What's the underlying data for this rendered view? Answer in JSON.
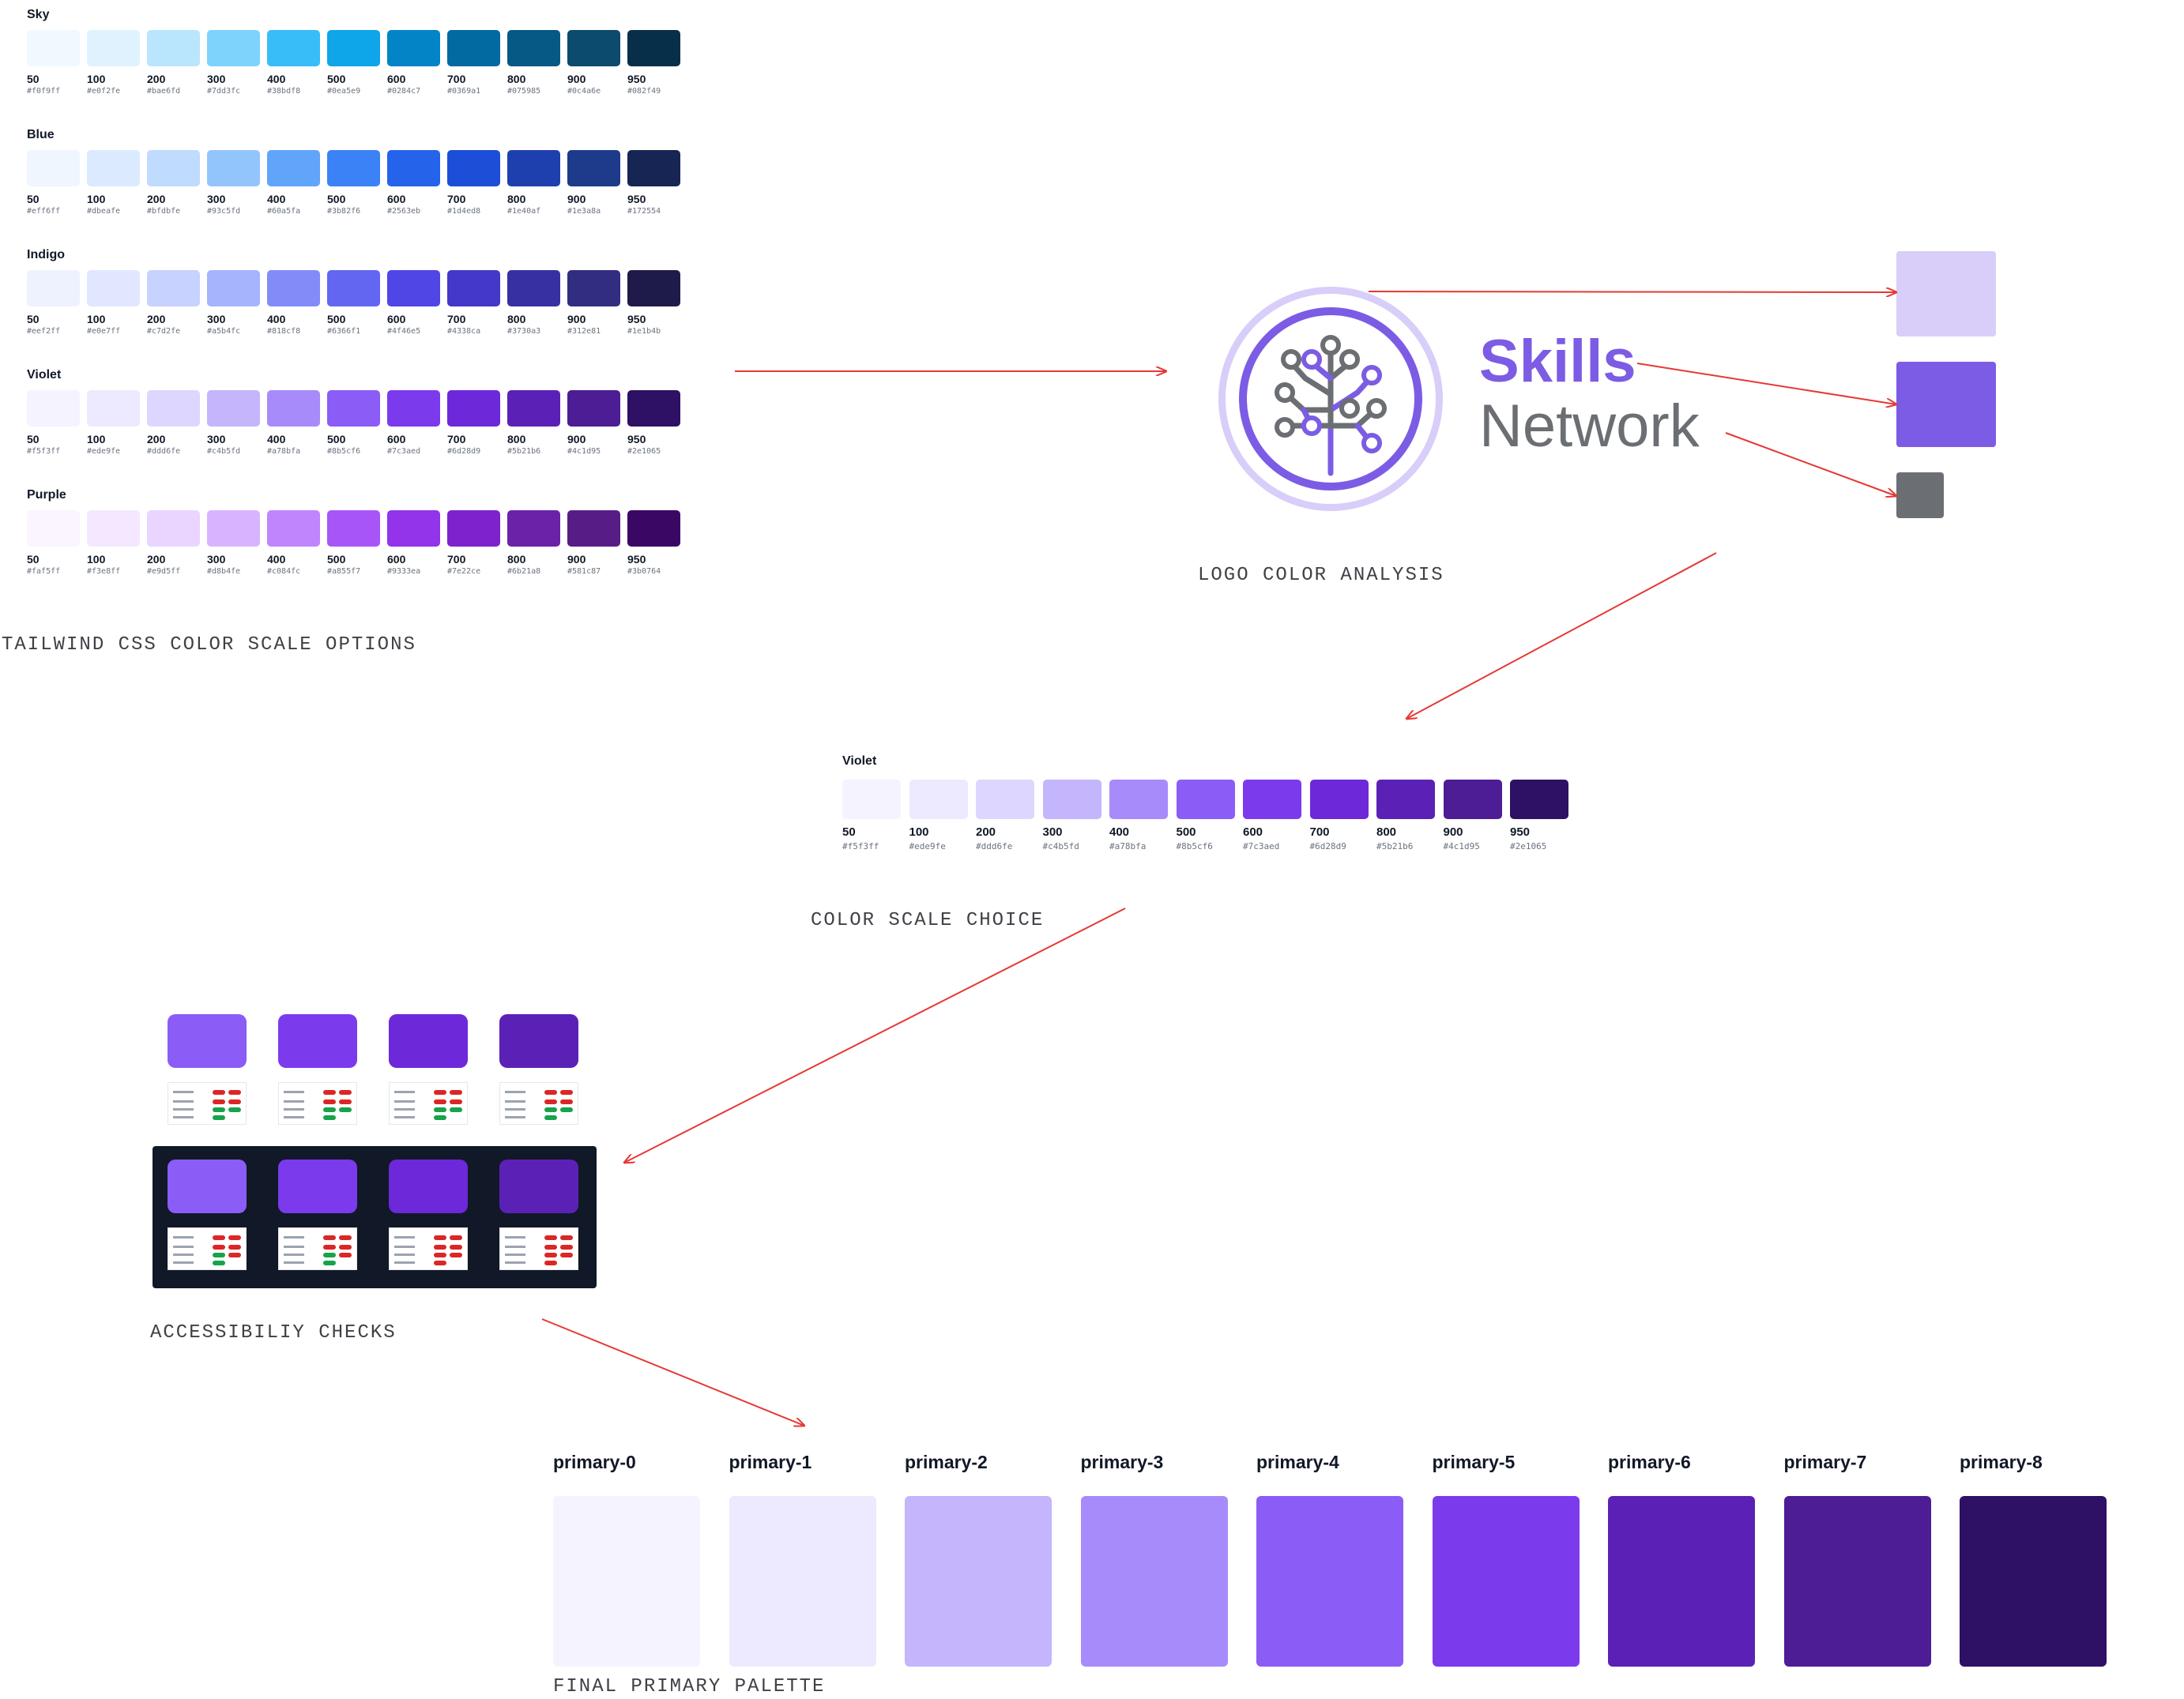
{
  "tailwind": {
    "caption": "TAILWIND CSS COLOR SCALE OPTIONS",
    "steps": [
      "50",
      "100",
      "200",
      "300",
      "400",
      "500",
      "600",
      "700",
      "800",
      "900",
      "950"
    ],
    "scales": [
      {
        "name": "Sky",
        "colors": [
          "#f0f9ff",
          "#e0f2fe",
          "#bae6fd",
          "#7dd3fc",
          "#38bdf8",
          "#0ea5e9",
          "#0284c7",
          "#0369a1",
          "#075985",
          "#0c4a6e",
          "#082f49"
        ]
      },
      {
        "name": "Blue",
        "colors": [
          "#eff6ff",
          "#dbeafe",
          "#bfdbfe",
          "#93c5fd",
          "#60a5fa",
          "#3b82f6",
          "#2563eb",
          "#1d4ed8",
          "#1e40af",
          "#1e3a8a",
          "#172554"
        ]
      },
      {
        "name": "Indigo",
        "colors": [
          "#eef2ff",
          "#e0e7ff",
          "#c7d2fe",
          "#a5b4fc",
          "#818cf8",
          "#6366f1",
          "#4f46e5",
          "#4338ca",
          "#3730a3",
          "#312e81",
          "#1e1b4b"
        ]
      },
      {
        "name": "Violet",
        "colors": [
          "#f5f3ff",
          "#ede9fe",
          "#ddd6fe",
          "#c4b5fd",
          "#a78bfa",
          "#8b5cf6",
          "#7c3aed",
          "#6d28d9",
          "#5b21b6",
          "#4c1d95",
          "#2e1065"
        ]
      },
      {
        "name": "Purple",
        "colors": [
          "#faf5ff",
          "#f3e8ff",
          "#e9d5ff",
          "#d8b4fe",
          "#c084fc",
          "#a855f7",
          "#9333ea",
          "#7e22ce",
          "#6b21a8",
          "#581c87",
          "#3b0764"
        ]
      }
    ]
  },
  "logo": {
    "caption": "LOGO COLOR ANALYSIS",
    "word1": "Skills",
    "word2": "Network",
    "colors": {
      "light": "#d8cef9",
      "primary": "#7c5ce4",
      "gray": "#6b6e72"
    }
  },
  "choice": {
    "caption": "COLOR SCALE CHOICE",
    "name": "Violet",
    "steps": [
      "50",
      "100",
      "200",
      "300",
      "400",
      "500",
      "600",
      "700",
      "800",
      "900",
      "950"
    ],
    "colors": [
      "#f5f3ff",
      "#ede9fe",
      "#ddd6fe",
      "#c4b5fd",
      "#a78bfa",
      "#8b5cf6",
      "#7c3aed",
      "#6d28d9",
      "#5b21b6",
      "#4c1d95",
      "#2e1065"
    ]
  },
  "accessibility": {
    "caption": "ACCESSIBILIY CHECKS",
    "colors": [
      "#8b5cf6",
      "#7c3aed",
      "#6d28d9",
      "#5b21b6"
    ],
    "dark_bg": "#111827"
  },
  "final": {
    "caption": "FINAL PRIMARY PALETTE",
    "items": [
      {
        "label": "primary-0",
        "color": "#f5f3ff"
      },
      {
        "label": "primary-1",
        "color": "#ede9fe"
      },
      {
        "label": "primary-2",
        "color": "#c4b5fd"
      },
      {
        "label": "primary-3",
        "color": "#a78bfa"
      },
      {
        "label": "primary-4",
        "color": "#8b5cf6"
      },
      {
        "label": "primary-5",
        "color": "#7c3aed"
      },
      {
        "label": "primary-6",
        "color": "#5b21b6"
      },
      {
        "label": "primary-7",
        "color": "#4c1d95"
      },
      {
        "label": "primary-8",
        "color": "#2e1065"
      }
    ]
  },
  "arrow_color": "#e53935"
}
